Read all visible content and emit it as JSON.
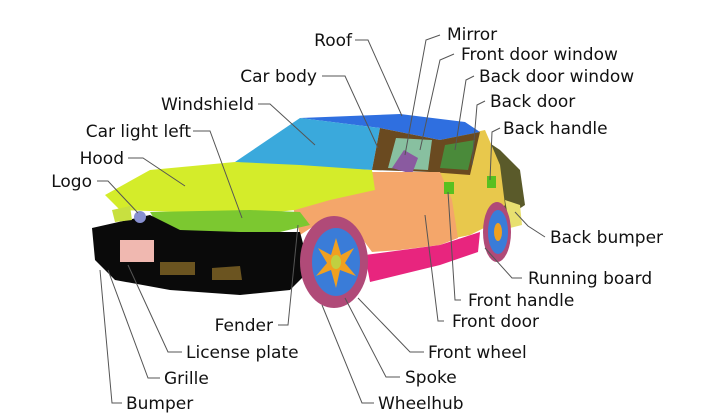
{
  "diagram": {
    "labels": {
      "roof": "Roof",
      "car_body": "Car body",
      "windshield": "Windshield",
      "car_light_left": "Car light left",
      "hood": "Hood",
      "logo": "Logo",
      "mirror": "Mirror",
      "front_door_window": "Front door window",
      "back_door_window": "Back door window",
      "back_door": "Back door",
      "back_handle": "Back handle",
      "back_bumper": "Back bumper",
      "running_board": "Running board",
      "front_handle": "Front handle",
      "front_door": "Front door",
      "front_wheel": "Front wheel",
      "spoke": "Spoke",
      "wheelhub": "Wheelhub",
      "fender": "Fender",
      "license_plate": "License plate",
      "grille": "Grille",
      "bumper": "Bumper"
    },
    "part_colors": {
      "roof": "#2f6fe0",
      "windshield": "#3aa9dc",
      "hood": "#d4ec2a",
      "fender": "#f4a66a",
      "front_door": "#f4a66a",
      "back_door": "#e8c84c",
      "running_board": "#e8257e",
      "bumper": "#0a0a0a",
      "grille": "#6b5420",
      "license_plate": "#f0b8b0",
      "front_wheel": "#b04a78",
      "spoke": "#3a7cd8",
      "wheelhub": "#f0a020",
      "mirror": "#5a5a2a",
      "windows": "#88c0a0",
      "logo": "#8890d0",
      "handle": "#58c020",
      "back_bumper": "#e8e070"
    }
  }
}
